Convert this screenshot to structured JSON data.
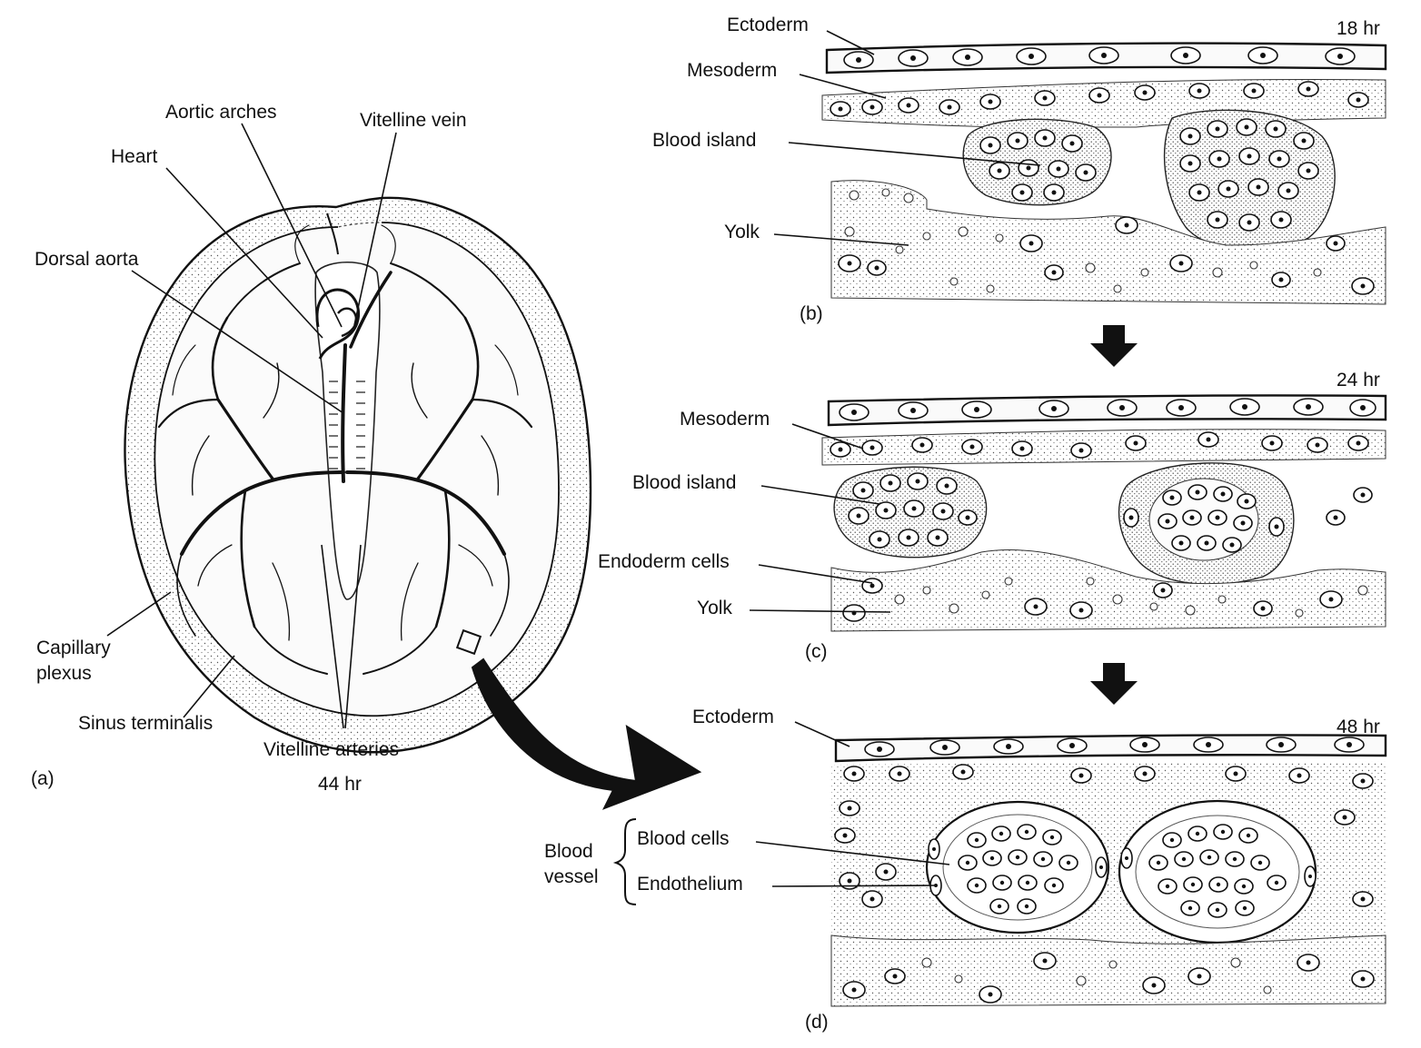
{
  "panel_a": {
    "panel_label": "(a)",
    "stage_label": "44 hr",
    "labels": {
      "aortic_arches": "Aortic arches",
      "vitelline_vein": "Vitelline vein",
      "heart": "Heart",
      "dorsal_aorta": "Dorsal aorta",
      "capillary_plexus_line1": "Capillary",
      "capillary_plexus_line2": "plexus",
      "sinus_terminalis": "Sinus terminalis",
      "vitelline_arteries": "Vitelline arteries"
    }
  },
  "panel_b": {
    "panel_label": "(b)",
    "stage_label": "18 hr",
    "labels": {
      "ectoderm": "Ectoderm",
      "mesoderm": "Mesoderm",
      "blood_island": "Blood island",
      "yolk": "Yolk"
    }
  },
  "panel_c": {
    "panel_label": "(c)",
    "stage_label": "24 hr",
    "labels": {
      "mesoderm": "Mesoderm",
      "blood_island": "Blood island",
      "endoderm_cells": "Endoderm cells",
      "yolk": "Yolk"
    }
  },
  "panel_d": {
    "panel_label": "(d)",
    "stage_label": "48 hr",
    "labels": {
      "ectoderm": "Ectoderm",
      "blood_vessel_line1": "Blood",
      "blood_vessel_line2": "vessel",
      "blood_cells": "Blood cells",
      "endothelium": "Endothelium"
    }
  }
}
